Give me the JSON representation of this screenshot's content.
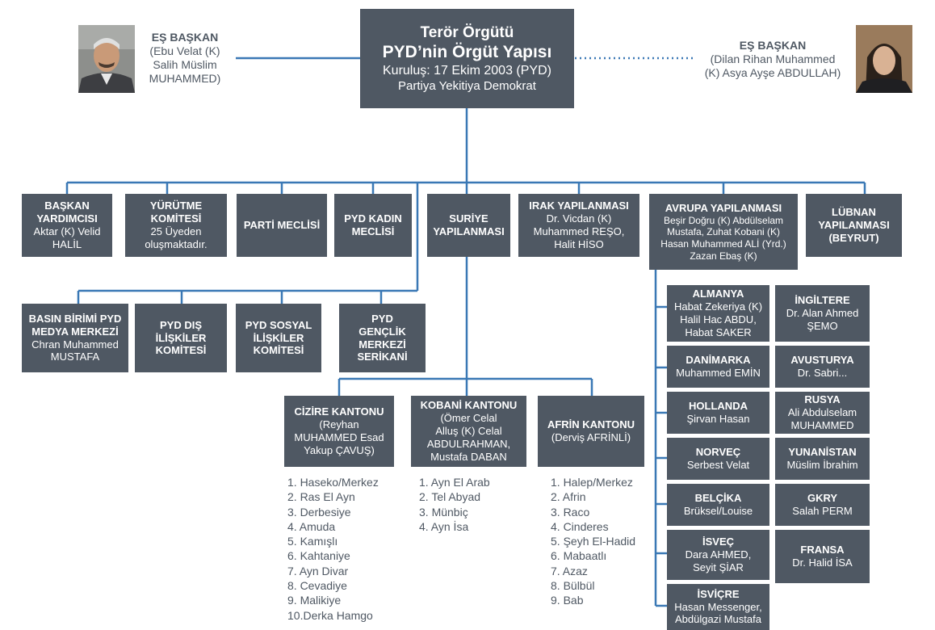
{
  "header": {
    "line1": "Terör Örgütü",
    "line2": "PYD’nin Örgüt Yapısı",
    "line3": "Kuruluş: 17 Ekim 2003 (PYD)",
    "line4": "Partiya Yekitiya Demokrat"
  },
  "co_chair_left": {
    "title": "EŞ BAŞKAN",
    "line1": "(Ebu Velat (K)",
    "line2": "Salih Müslim",
    "line3": "MUHAMMED)"
  },
  "co_chair_right": {
    "title": "EŞ BAŞKAN",
    "line1": "(Dilan Rihan Muhammed",
    "line2": "(K) Asya Ayşe ABDULLAH)"
  },
  "row1": [
    {
      "title1": "BAŞKAN",
      "title2": "YARDIMCISI",
      "line1": "Aktar (K) Velid",
      "line2": "HALİL"
    },
    {
      "title1": "YÜRÜTME",
      "title2": "KOMİTESİ",
      "line1": "25 Üyeden",
      "line2": "oluşmaktadır."
    },
    {
      "title1": "PARTİ MECLİSİ"
    },
    {
      "title1": "PYD KADIN",
      "title2": "MECLİSİ"
    },
    {
      "title1": "SURİYE",
      "title2": "YAPILANMASI"
    },
    {
      "title1": "IRAK YAPILANMASI",
      "line1": "Dr. Vicdan (K)",
      "line2": "Muhammed REŞO,",
      "line3": "Halit HİSO"
    },
    {
      "title1": "AVRUPA YAPILANMASI",
      "line1": "Beşir Doğru (K) Abdülselam",
      "line2": "Mustafa, Zuhat Kobani (K)",
      "line3": "Hasan Muhammed ALİ (Yrd.)",
      "line4": "Zazan Ebaş (K)"
    },
    {
      "title1": "LÜBNAN",
      "title2": "YAPILANMASI",
      "title3": "(BEYRUT)"
    }
  ],
  "row2": [
    {
      "title1": "BASIN BİRİMİ PYD",
      "title2": "MEDYA MERKEZİ",
      "line1": "Chran Muhammed",
      "line2": "MUSTAFA"
    },
    {
      "title1": "PYD DIŞ",
      "title2": "İLİŞKİLER",
      "title3": "KOMİTESİ"
    },
    {
      "title1": "PYD SOSYAL",
      "title2": "İLİŞKİLER",
      "title3": "KOMİTESİ"
    },
    {
      "title1": "PYD",
      "title2": "GENÇLİK",
      "title3": "MERKEZİ",
      "title4": "SERİKANİ"
    }
  ],
  "cantons": [
    {
      "title": "CİZİRE KANTONU",
      "line1": "(Reyhan",
      "line2": "MUHAMMED Esad",
      "line3": "Yakup ÇAVUŞ)",
      "items": [
        "1. Haseko/Merkez",
        "2. Ras El Ayn",
        "3. Derbesiye",
        "4. Amuda",
        "5. Kamışlı",
        "6. Kahtaniye",
        "7. Ayn Divar",
        "8. Cevadiye",
        "9. Malikiye",
        "10.Derka Hamgo"
      ]
    },
    {
      "title": "KOBANİ KANTONU",
      "line1": "(Ömer Celal",
      "line2": "Alluş (K) Celal",
      "line3": "ABDULRAHMAN,",
      "line4": "Mustafa DABAN",
      "items": [
        "1. Ayn El Arab",
        "2. Tel Abyad",
        "3. Münbiç",
        "4. Ayn İsa"
      ]
    },
    {
      "title": "AFRİN KANTONU",
      "line1": "(Derviş AFRİNLİ)",
      "items": [
        "1. Halep/Merkez",
        "2. Afrin",
        "3. Raco",
        "4. Cinderes",
        "5. Şeyh El-Hadid",
        "6. Mabaatlı",
        "7. Azaz",
        "8. Bülbül",
        "9. Bab"
      ]
    }
  ],
  "europe_left": [
    {
      "title": "ALMANYA",
      "line1": "Habat Zekeriya (K)",
      "line2": "Halil Hac ABDU,",
      "line3": "Habat SAKER"
    },
    {
      "title": "DANİMARKA",
      "line1": "Muhammed EMİN"
    },
    {
      "title": "HOLLANDA",
      "line1": "Şirvan Hasan"
    },
    {
      "title": "NORVEÇ",
      "line1": "Serbest Velat"
    },
    {
      "title": "BELÇİKA",
      "line1": "Brüksel/Louise"
    },
    {
      "title": "İSVEÇ",
      "line1": "Dara AHMED,",
      "line2": "Seyit ŞİAR"
    },
    {
      "title": "İSVİÇRE",
      "line1": "Hasan Messenger,",
      "line2": "Abdülgazi Mustafa"
    }
  ],
  "europe_right": [
    {
      "title": "İNGİLTERE",
      "line1": "Dr. Alan Ahmed",
      "line2": "ŞEMO"
    },
    {
      "title": "AVUSTURYA",
      "line1": "Dr. Sabri..."
    },
    {
      "title": "RUSYA",
      "line1": "Ali Abdulselam",
      "line2": "MUHAMMED"
    },
    {
      "title": "YUNANİSTAN",
      "line1": "Müslim İbrahim"
    },
    {
      "title": "GKRY",
      "line1": "Salah PERM"
    },
    {
      "title": "FRANSA",
      "line1": "Dr. Halid İSA"
    }
  ],
  "colors": {
    "box": "#4f5863",
    "line": "#3a78b5",
    "text_dark": "#4f5863"
  },
  "icons": [
    "portrait-photo-left",
    "portrait-photo-right"
  ]
}
